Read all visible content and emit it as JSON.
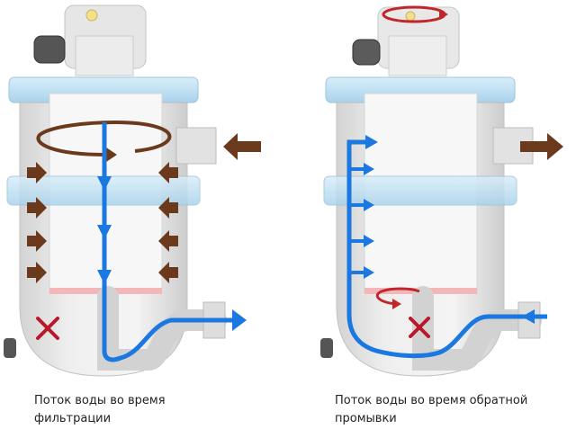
{
  "panels": [
    {
      "id": "filtration",
      "caption": "Поток воды во время фильтрации"
    },
    {
      "id": "backwash",
      "caption": "Поток воды во время обратной промывки"
    }
  ],
  "colors": {
    "water_flow": "#1a78e0",
    "dirt_flow": "#6b3a1c",
    "rotation_red": "#c0262c",
    "blocked_cross": "#b8192a",
    "housing_blue": "#bfe0f2",
    "housing_grey": "#dcdcdc",
    "cartridge_pink": "#f4b7b7"
  },
  "icons": {
    "blocked": "x-cross-icon",
    "rotation": "rotation-arrow-icon"
  }
}
